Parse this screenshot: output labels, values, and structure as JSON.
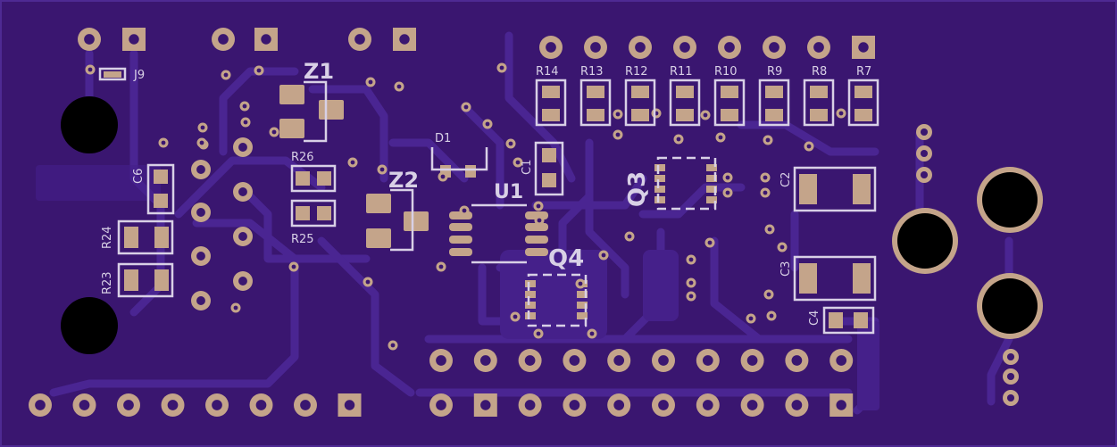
{
  "board": {
    "colors": {
      "substrate": "#3a1670",
      "trace": "#4a2592",
      "pad": "#c4a48a",
      "silkscreen": "#d8d0e6",
      "hole": "#000000",
      "outline": "#4e2a93"
    }
  },
  "labels": {
    "j9": "J9",
    "z1": "Z1",
    "z2": "Z2",
    "d1": "D1",
    "u1": "U1",
    "q3": "Q3",
    "q4": "Q4",
    "r26": "R26",
    "r25": "R25",
    "r24": "R24",
    "r23": "R23",
    "c6": "C6",
    "c1": "C1",
    "c2": "C2",
    "c3": "C3",
    "c4": "C4",
    "r14": "R14",
    "r13": "R13",
    "r12": "R12",
    "r11": "R11",
    "r10": "R10",
    "r9": "R9",
    "r8": "R8",
    "r7": "R7"
  }
}
